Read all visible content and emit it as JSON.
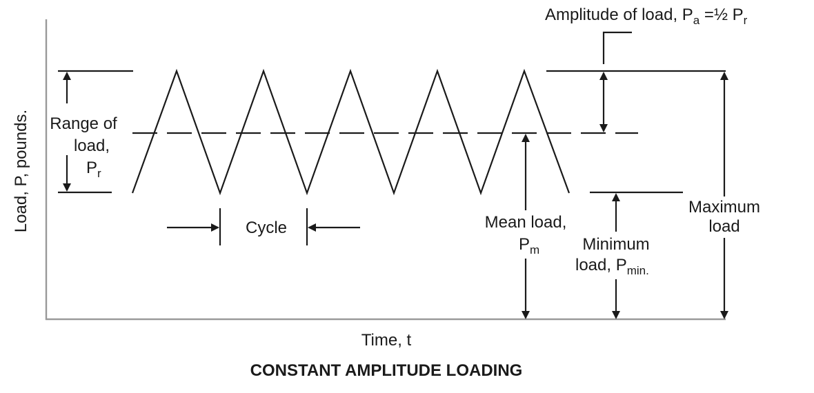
{
  "title": "CONSTANT AMPLITUDE LOADING",
  "axes": {
    "x_label": "Time, t",
    "y_label": "Load, P, pounds."
  },
  "labels": {
    "amplitude": {
      "text": "Amplitude of load, P",
      "sub": "a",
      "suffix": " =½ P",
      "suffix_sub": "r"
    },
    "range": {
      "line1": "Range of",
      "line2": "load,",
      "line3_main": "P",
      "line3_sub": "r"
    },
    "cycle": "Cycle",
    "mean": {
      "line1": "Mean load,",
      "line2_main": "P",
      "line2_sub": "m"
    },
    "minimum": {
      "line1": "Minimum",
      "line2_main": "load, P",
      "line2_sub": "min."
    },
    "maximum": {
      "line1": "Maximum",
      "line2": "load"
    }
  },
  "waveform": {
    "type": "triangle",
    "cycles_shown": 5,
    "mean_line": "dashed"
  },
  "colors": {
    "ink": "#1a1a1a",
    "axis": "#999999",
    "background": "#ffffff"
  }
}
